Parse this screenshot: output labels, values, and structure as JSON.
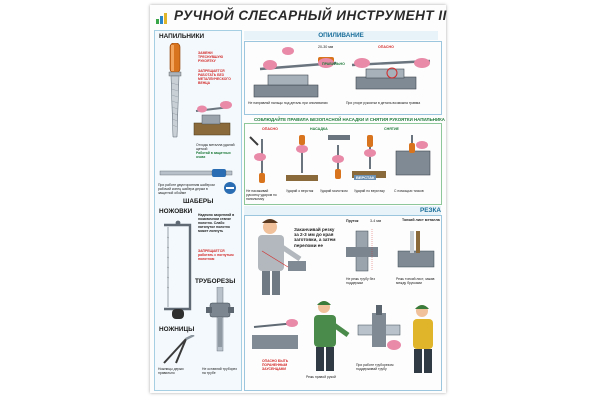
{
  "poster": {
    "title": "РУЧНОЙ СЛЕСАРНЫЙ ИНСТРУМЕНТ   II"
  },
  "left_column": {
    "files_header": "НАПИЛЬНИКИ",
    "files_warn_1": "ЗАМЕНИ ТРЕСНУВШУЮ РУКОЯТКУ",
    "files_warn_2": "ЗАПРЕЩАЕТСЯ РАБОТАТЬ БЕЗ МЕТАЛЛИЧЕСКОГО ВЕНЦА",
    "files_note_1": "Отходы металла удаляй щеткой",
    "files_note_2": "Работай в защитных очках",
    "shabery_note": "При работе двусторонним шабером рабочий конец шабера держи в защитной обойме",
    "shabery_header": "ШАБЕРЫ",
    "hacksaw_header": "НОЖОВКИ",
    "hacksaw_note": "Надежно закрепляй в ножовочном станке полотно. Слабо натянутое полотно может лопнуть",
    "hacksaw_warn": "ЗАПРЕЩАЕТСЯ работать с погнутым полотном",
    "pipecutter_header": "ТРУБОРЕЗЫ",
    "scissors_header": "НОЖНИЦЫ",
    "scissors_note": "Ножницы держи правильно",
    "pipecutter_note": "Не оставляй труборез на трубе"
  },
  "opilivanie": {
    "header": "ОПИЛИВАНИЕ",
    "dim_label": "20-30 мм",
    "label_correct": "ПРАВИЛЬНО",
    "label_danger": "ОПАСНО",
    "note_left": "Не направляй пальцы под деталь при опиливании",
    "note_right": "При упоре рукоятки в деталь возможна травма"
  },
  "rule": {
    "header": "СОБЛЮДАЙТЕ ПРАВИЛА БЕЗОПАСНОЙ НАСАДКИ И СНЯТИЯ РУКОЯТКИ НАПИЛЬНИКА",
    "label_danger": "ОПАСНО",
    "label_nasadka": "НАСАДКА",
    "label_snyatie": "СНЯТИЕ",
    "label_verstak": "ВЕРСТАК",
    "cap_1": "Не насаживай рукоятку ударом по напильнику",
    "cap_2": "Ударяй о верстак",
    "cap_3": "Ударяй молотком",
    "cap_4": "Ударяй по верстаку",
    "cap_5": "С помощью тисков"
  },
  "rezka": {
    "header": "РЕЗКА",
    "worker_note": "Заканчивай резку за 2-3 мм до края заготовки, а затем переломи ее",
    "label_prutok": "Пруток",
    "label_list": "Тонкий лист металла",
    "dim_top": "3-4 мм",
    "note_pipe": "Не режь трубу без поддержки",
    "note_sheet": "Режь тонкий лист, зажав между брусками",
    "danger_label": "ОПАСНО БЫТЬ ПОРАНЕННЫМ ЗАУСЕНЦАМИ",
    "note_bottom": "При работе труборезом поддерживай трубу",
    "note_bottom2": "Режь правой рукой"
  }
}
